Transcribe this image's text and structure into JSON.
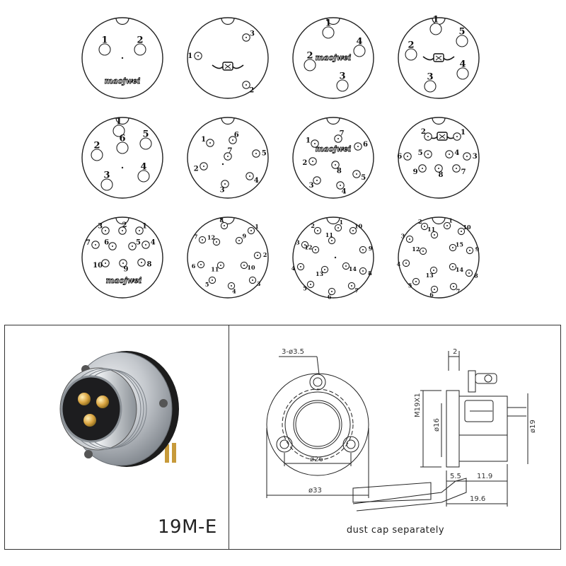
{
  "brand": "maojwei",
  "layouts": [
    {
      "pins": [
        [
          "1",
          -25,
          -12,
          true
        ],
        [
          "2",
          25,
          -12,
          true
        ]
      ],
      "dot": [
        0,
        0
      ],
      "logo": [
        0,
        32,
        "brand"
      ]
    },
    {
      "pins": [
        [
          "1",
          -42,
          -3,
          false
        ],
        [
          "2",
          26,
          38,
          true
        ],
        [
          "3",
          26,
          -29,
          true
        ]
      ],
      "logo": [
        0,
        12,
        "emblem"
      ]
    },
    {
      "pins": [
        [
          "1",
          -7,
          -36,
          true
        ],
        [
          "2",
          -33,
          10,
          true
        ],
        [
          "3",
          13,
          39,
          true
        ],
        [
          "4",
          37,
          -10,
          true
        ]
      ],
      "logo": [
        0,
        -1,
        "brand"
      ]
    },
    {
      "pins": [
        [
          "1",
          -4,
          -41,
          true
        ],
        [
          "2",
          -39,
          -5,
          true
        ],
        [
          "3",
          -12,
          40,
          true
        ],
        [
          "4",
          34,
          22,
          true
        ],
        [
          "5",
          33,
          -24,
          true
        ]
      ],
      "logo": [
        0,
        0,
        "emblem"
      ]
    },
    {
      "pins": [
        [
          "1",
          -5,
          -38,
          true
        ],
        [
          "2",
          -36,
          -4,
          true
        ],
        [
          "3",
          -22,
          38,
          true
        ],
        [
          "4",
          30,
          26,
          true
        ],
        [
          "5",
          33,
          -20,
          true
        ],
        [
          "6",
          0,
          -14,
          true
        ]
      ],
      "dot": [
        0,
        14
      ]
    },
    {
      "pins": [
        [
          "1",
          -25,
          -21,
          true
        ],
        [
          "2",
          -34,
          12,
          true
        ],
        [
          "3",
          -4,
          37,
          true
        ],
        [
          "4",
          31,
          26,
          true
        ],
        [
          "5",
          40,
          -6,
          true
        ],
        [
          "6",
          7,
          -25,
          true
        ],
        [
          "7",
          0,
          -2,
          false
        ]
      ],
      "dot": [
        -7,
        9
      ]
    },
    {
      "pins": [
        [
          "1",
          -26,
          -20,
          false
        ],
        [
          "2",
          -29,
          5,
          false
        ],
        [
          "3",
          -23,
          32,
          false
        ],
        [
          "4",
          10,
          39,
          false
        ],
        [
          "5",
          33,
          23,
          false
        ],
        [
          "6",
          35,
          -16,
          false
        ],
        [
          "7",
          7,
          -27,
          false
        ],
        [
          "8",
          3,
          10,
          false
        ]
      ],
      "logo": [
        0,
        -13,
        "brand"
      ]
    },
    {
      "pins": [
        [
          "1",
          26,
          -30,
          false
        ],
        [
          "2",
          -15,
          -30,
          false
        ],
        [
          "3",
          40,
          -2,
          false
        ],
        [
          "4",
          15,
          -5,
          false
        ],
        [
          "5",
          -15,
          -5,
          false
        ],
        [
          "6",
          -44,
          -2,
          false
        ],
        [
          "7",
          25,
          15,
          false
        ],
        [
          "8",
          0,
          15,
          false
        ],
        [
          "9",
          -23,
          15,
          false
        ]
      ],
      "logo": [
        5,
        -30,
        "emblem"
      ]
    },
    {
      "pins": [
        [
          "1",
          24,
          -38,
          false
        ],
        [
          "2",
          0,
          -38,
          false
        ],
        [
          "3",
          -24,
          -38,
          false
        ],
        [
          "4",
          33,
          -18,
          false
        ],
        [
          "5",
          14,
          -16,
          false
        ],
        [
          "6",
          -14,
          -16,
          false
        ],
        [
          "7",
          -38,
          -18,
          false
        ],
        [
          "8",
          27,
          7,
          false
        ],
        [
          "9",
          1,
          8,
          false
        ],
        [
          "10",
          -24,
          8,
          false
        ]
      ],
      "logo": [
        2,
        32,
        "brand"
      ]
    },
    {
      "pins": [
        [
          "1",
          33,
          -38,
          false
        ],
        [
          "2",
          42,
          -3,
          false
        ],
        [
          "3",
          35,
          32,
          false
        ],
        [
          "4",
          5,
          40,
          false
        ],
        [
          "5",
          -22,
          32,
          false
        ],
        [
          "6",
          -38,
          10,
          false
        ],
        [
          "7",
          -36,
          -25,
          false
        ],
        [
          "8",
          -5,
          -45,
          false
        ],
        [
          "9",
          16,
          -24,
          false
        ],
        [
          "10",
          23,
          11,
          false
        ],
        [
          "11",
          -10,
          11,
          false
        ],
        [
          "12",
          -16,
          -22,
          false
        ]
      ]
    },
    {
      "pins": [
        [
          "1",
          7,
          -42,
          false
        ],
        [
          "2",
          -22,
          -38,
          false
        ],
        [
          "3",
          -40,
          -18,
          false
        ],
        [
          "4",
          -46,
          13,
          false
        ],
        [
          "5",
          -32,
          38,
          false
        ],
        [
          "6",
          -2,
          48,
          false
        ],
        [
          "7",
          26,
          40,
          false
        ],
        [
          "8",
          42,
          19,
          false
        ],
        [
          "9",
          42,
          -11,
          false
        ],
        [
          "10",
          28,
          -38,
          false
        ],
        [
          "11",
          -2,
          -24,
          false
        ],
        [
          "12",
          -25,
          -11,
          false
        ],
        [
          "13",
          -12,
          17,
          false
        ],
        [
          "14",
          18,
          12,
          false
        ]
      ],
      "dot": [
        3,
        0
      ]
    },
    {
      "pins": [
        [
          "1",
          12,
          -45,
          false
        ],
        [
          "2",
          -20,
          -44,
          false
        ],
        [
          "3",
          -41,
          -26,
          false
        ],
        [
          "4",
          -46,
          8,
          false
        ],
        [
          "5",
          -32,
          34,
          false
        ],
        [
          "6",
          -6,
          45,
          false
        ],
        [
          "7",
          21,
          41,
          false
        ],
        [
          "8",
          43,
          22,
          false
        ],
        [
          "9",
          44,
          -10,
          false
        ],
        [
          "10",
          32,
          -37,
          false
        ],
        [
          "11",
          -6,
          -32,
          false
        ],
        [
          "12",
          -22,
          -9,
          false
        ],
        [
          "13",
          -7,
          18,
          false
        ],
        [
          "14",
          20,
          13,
          false
        ],
        [
          "15",
          20,
          -14,
          false
        ]
      ]
    }
  ],
  "product": {
    "model": "19M-E"
  },
  "drawing": {
    "note": "dust cap separately",
    "dims": {
      "holes": "3-ø3.5",
      "bolt_circle": "ø26",
      "flange": "ø33",
      "thread": "M19X1",
      "inner": "ø16",
      "outer": "ø19",
      "flange_thk": "2",
      "len_a": "5.5",
      "len_b": "11.9",
      "len_total": "19.6"
    }
  },
  "colors": {
    "line": "#222222",
    "border": "#333333",
    "metal": "#c9ccd0",
    "gold": "#d9a441"
  }
}
